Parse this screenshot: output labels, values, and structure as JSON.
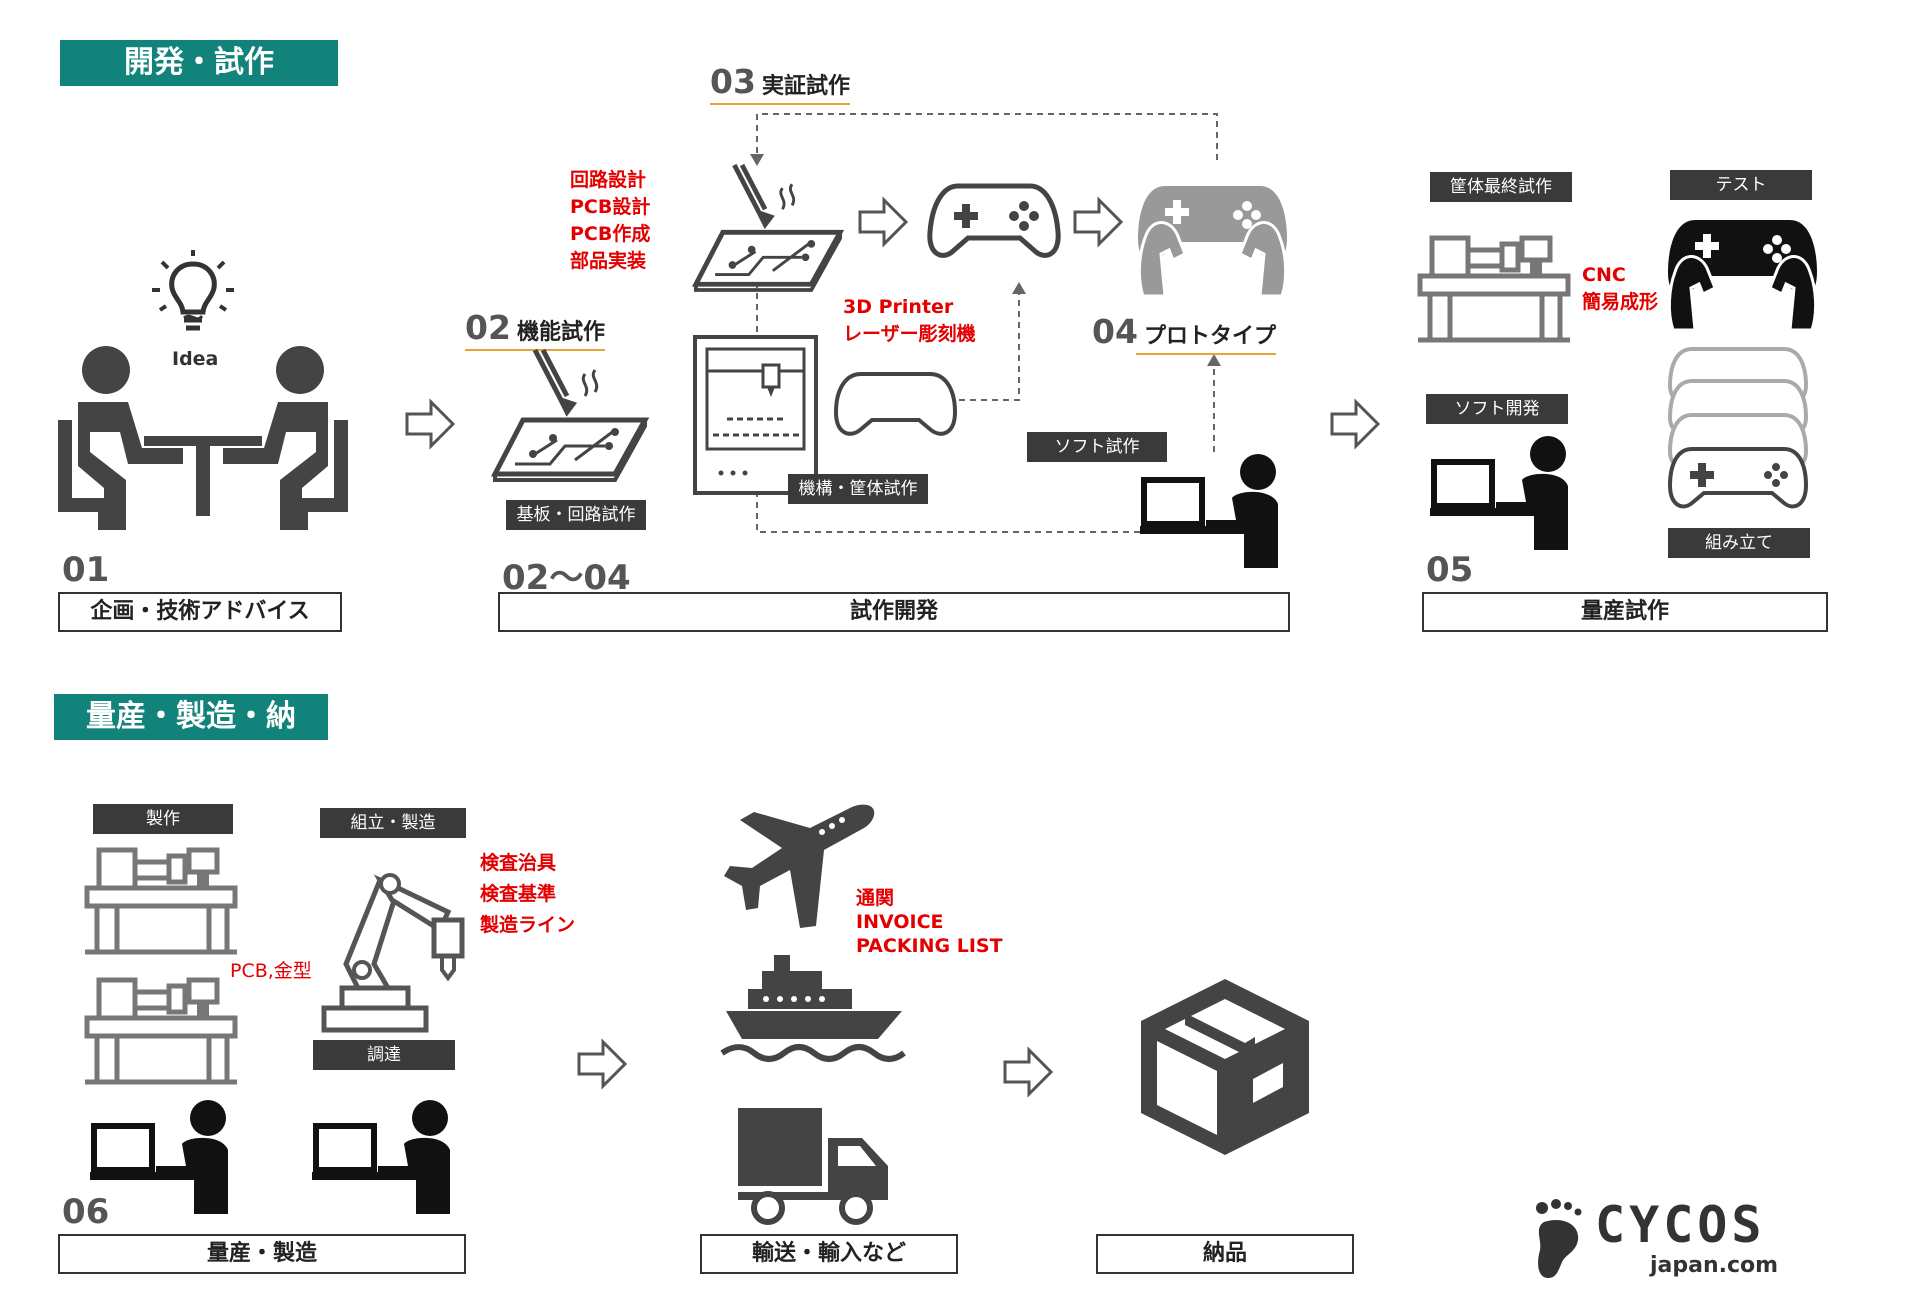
{
  "sections": {
    "development": "開発・試作",
    "production": "量産・製造・納品"
  },
  "idea_label": "Idea",
  "stages": {
    "s01": {
      "num": "01",
      "label": "企画・技術アドバイス"
    },
    "s02_04": {
      "num": "02〜04",
      "label": "試作開発"
    },
    "s05": {
      "num": "05",
      "label": "量産試作"
    },
    "s06": {
      "num": "06",
      "label": "量産・製造"
    },
    "transport": {
      "label": "輸送・輸入など"
    },
    "delivery": {
      "label": "納品"
    }
  },
  "sub_stages": {
    "s02": {
      "num": "02",
      "title": "機能試作"
    },
    "s03": {
      "num": "03",
      "title": "実証試作"
    },
    "s04": {
      "num": "04",
      "title": "プロトタイプ"
    }
  },
  "tags": {
    "board": "基板・回路試作",
    "mechanism": "機構・筐体試作",
    "soft_proto": "ソフト試作",
    "final_case": "筐体最終試作",
    "test": "テスト",
    "soft_dev": "ソフト開発",
    "assembly": "組み立て",
    "manufacture": "製作",
    "assemble_mfg": "組立・製造",
    "procure": "調達"
  },
  "notes": {
    "circuit": "回路設計\nPCB設計\nPCB作成\n部品実装",
    "printer": "3D Printer\nレーザー彫刻機",
    "cnc": "CNC\n簡易成形",
    "pcb_mold": "PCB,金型",
    "inspection": "検査治具\n検査基準\n製造ライン",
    "customs": "通関\nINVOICE\nPACKING LIST"
  },
  "logo": {
    "main": "CYCOS",
    "sub": "japan.com"
  },
  "colors": {
    "section_bg": "#12837a",
    "note_red": "#e40000",
    "underline": "#e8a33a",
    "tag_bg": "#3a3a3a"
  }
}
